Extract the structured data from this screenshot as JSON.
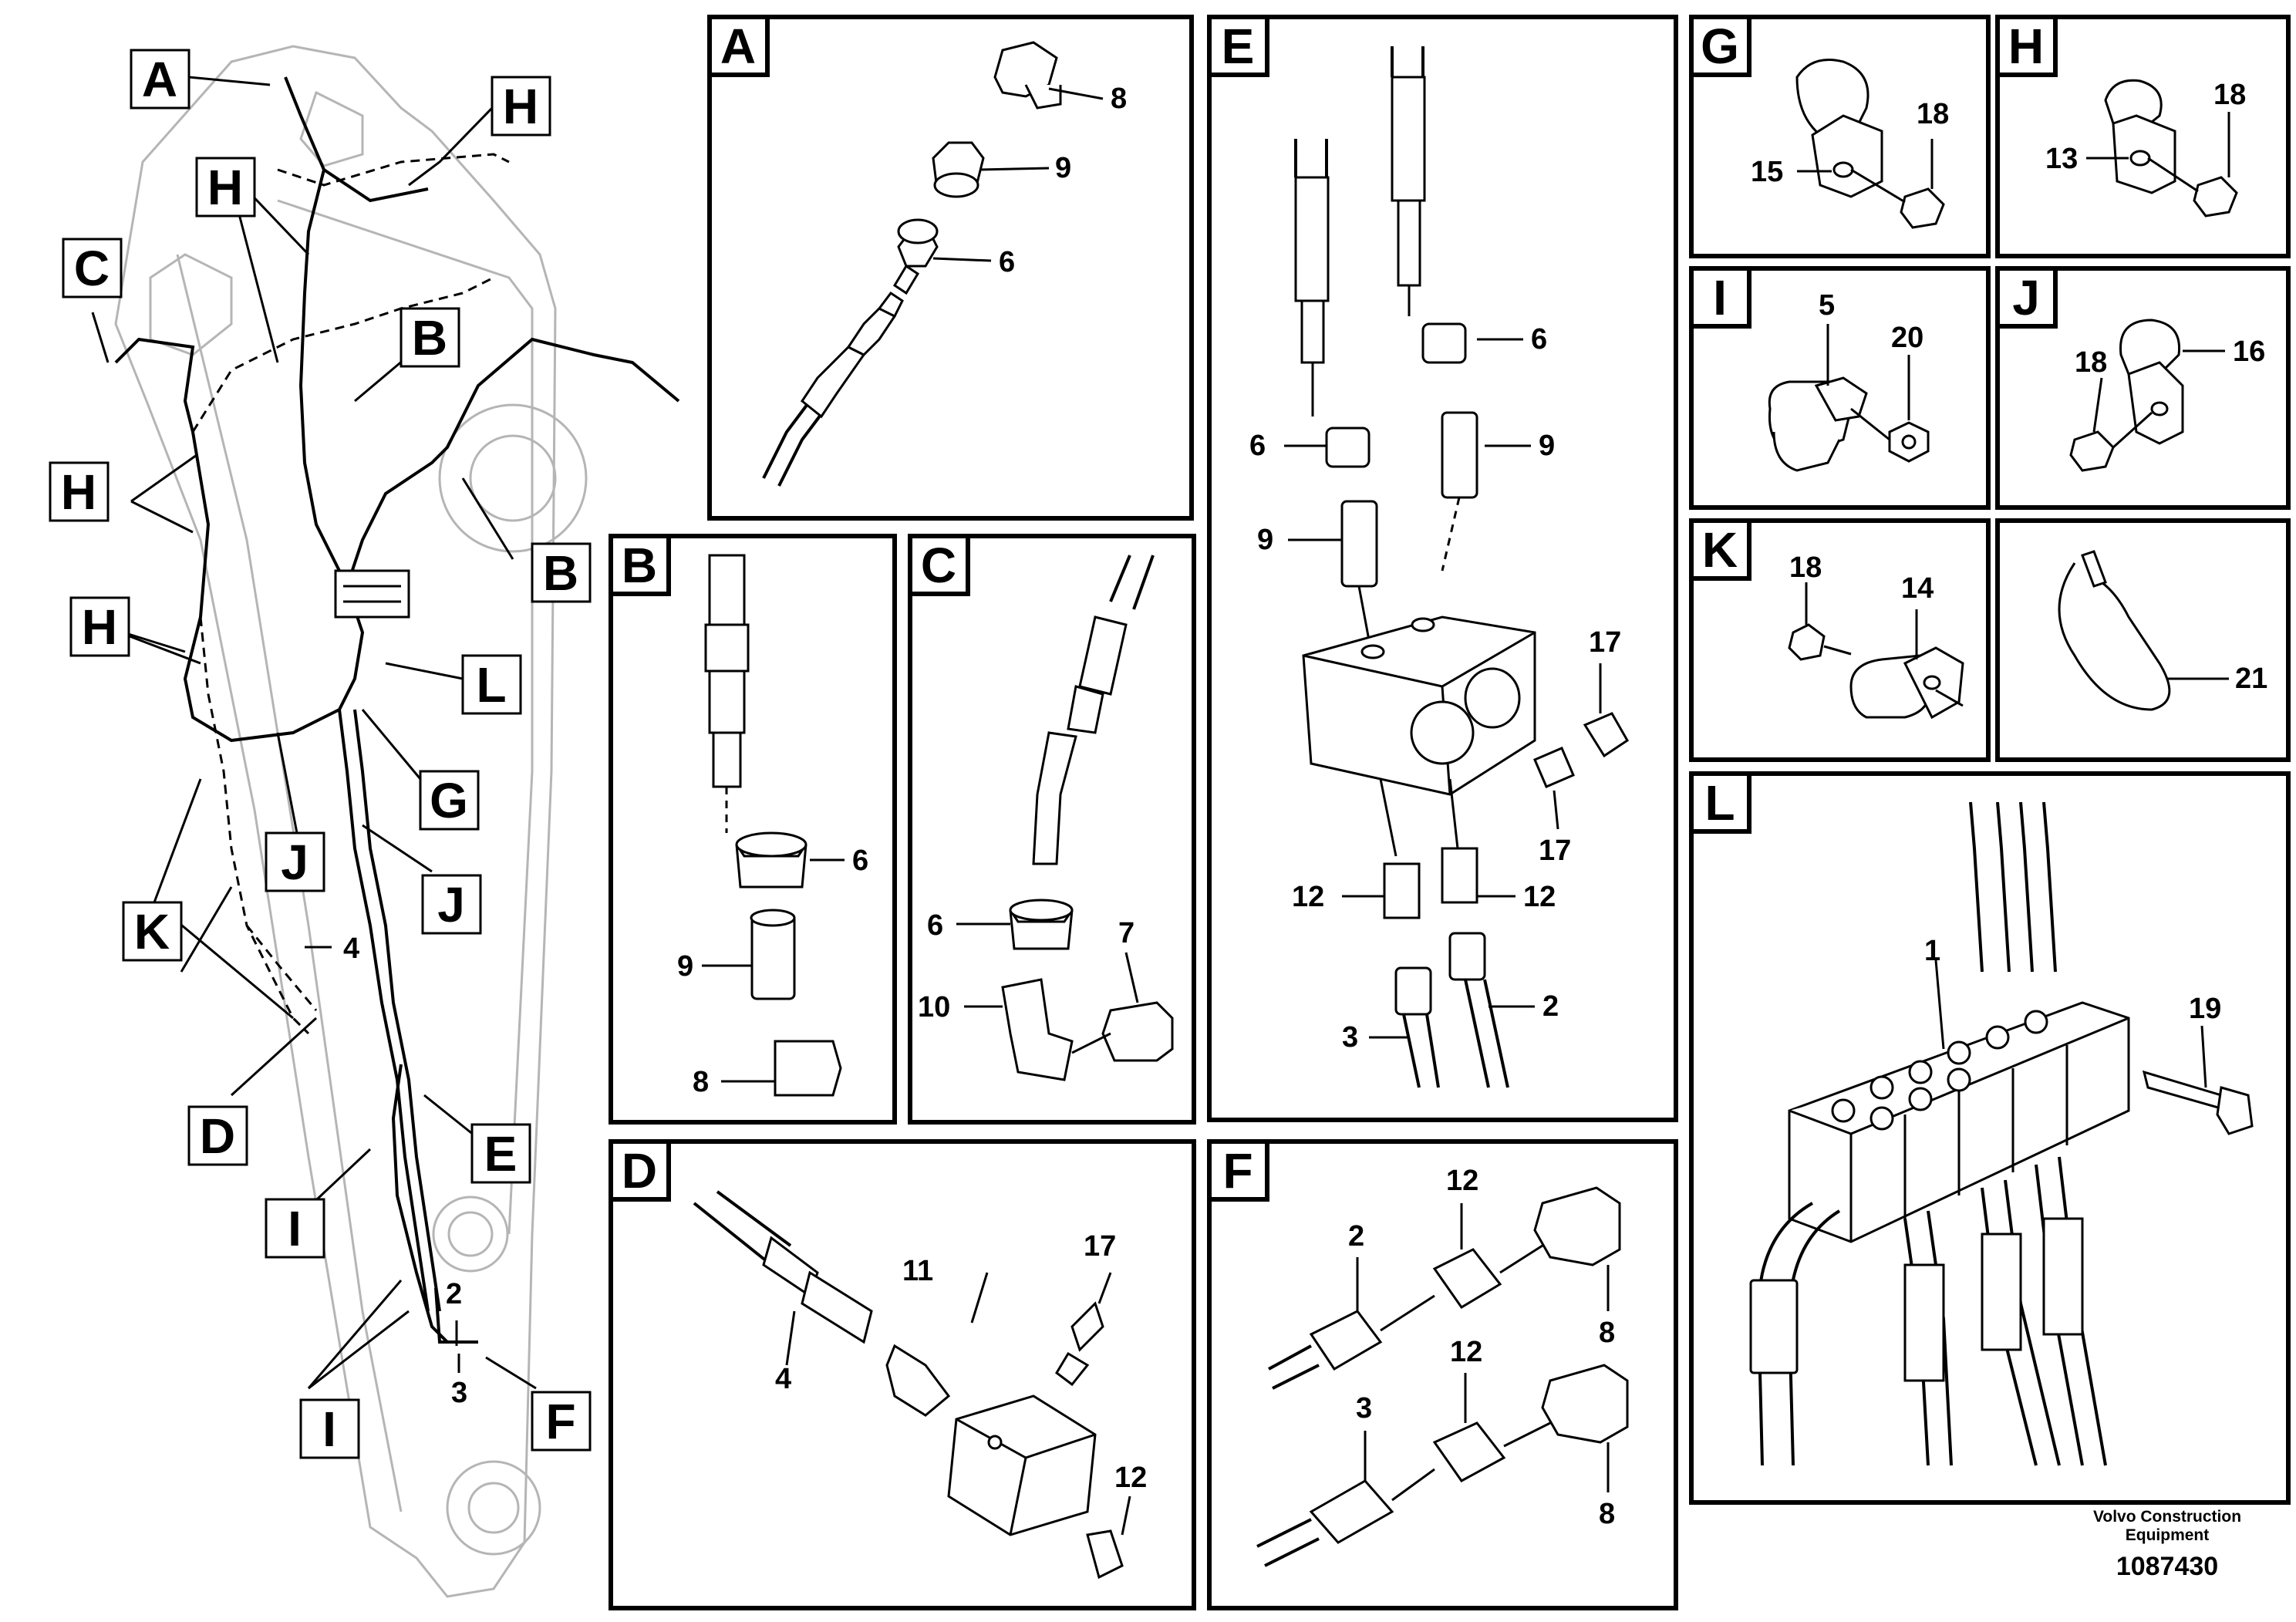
{
  "panels": {
    "A": {
      "letter": "A",
      "parts": [
        "8",
        "9",
        "6"
      ]
    },
    "B": {
      "letter": "B",
      "parts": [
        "6",
        "9",
        "8"
      ]
    },
    "C": {
      "letter": "C",
      "parts": [
        "6",
        "10",
        "7"
      ]
    },
    "D": {
      "letter": "D",
      "parts": [
        "4",
        "11",
        "17",
        "12"
      ]
    },
    "E": {
      "letter": "E",
      "parts": [
        "6",
        "6",
        "9",
        "9",
        "17",
        "17",
        "12",
        "12",
        "3",
        "2"
      ]
    },
    "F": {
      "letter": "F",
      "parts": [
        "2",
        "12",
        "8",
        "3",
        "12",
        "8"
      ]
    },
    "G": {
      "letter": "G",
      "parts": [
        "18",
        "15"
      ]
    },
    "H": {
      "letter": "H",
      "parts": [
        "18",
        "13"
      ]
    },
    "I": {
      "letter": "I",
      "parts": [
        "5",
        "20"
      ]
    },
    "J": {
      "letter": "J",
      "parts": [
        "18",
        "16"
      ]
    },
    "K": {
      "letter": "K",
      "parts": [
        "18",
        "14"
      ]
    },
    "T": {
      "letter": "",
      "parts": [
        "21"
      ]
    },
    "L": {
      "letter": "L",
      "parts": [
        "1",
        "19"
      ]
    }
  },
  "overview": {
    "callouts": [
      "A",
      "H",
      "H",
      "C",
      "B",
      "H",
      "B",
      "H",
      "L",
      "G",
      "J",
      "J",
      "K",
      "D",
      "E",
      "I",
      "I",
      "F"
    ],
    "parts": [
      "4",
      "2",
      "3"
    ]
  },
  "credit": {
    "line1": "Volvo Construction",
    "line2": "Equipment",
    "number": "1087430"
  }
}
